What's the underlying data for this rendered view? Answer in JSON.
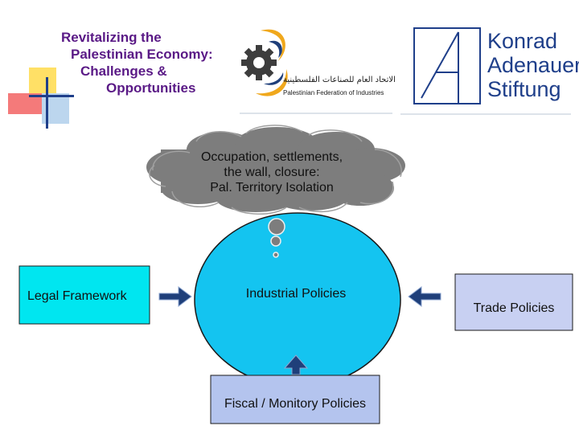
{
  "title": {
    "line1": "Revitalizing the",
    "line2": "Palestinian Economy:",
    "line3": "Challenges &",
    "line4": "Opportunities"
  },
  "logos": {
    "pfi_arabic": "الاتحاد العام للصناعات الفلسطينية",
    "pfi_english": "Palestinian Federation of Industries",
    "kas_line1": "Konrad",
    "kas_line2": "Adenauer",
    "kas_line3": "Stiftung"
  },
  "diagram": {
    "cloud": {
      "line1": "Occupation, settlements,",
      "line2": "the wall, closure:",
      "line3": "Pal. Territory Isolation"
    },
    "center": "Industrial Policies",
    "left_box": "Legal Framework",
    "right_box": "Trade Policies",
    "bottom_box": "Fiscal / Monitory Policies"
  },
  "colors": {
    "title": "#5a1a86",
    "cloud_fill": "#7d7d7d",
    "ellipse_fill": "#14c4f0",
    "legal_fill": "#00e6f0",
    "trade_fill": "#c8d0f2",
    "fiscal_fill": "#b4c4ee",
    "arrow_fill": "#1f3f7a",
    "kas_blue": "#1f3f8a"
  }
}
